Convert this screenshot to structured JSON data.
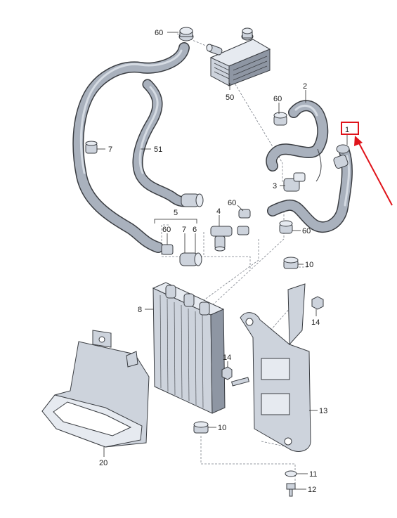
{
  "labels": {
    "p60a": "60",
    "p50": "50",
    "p2": "2",
    "p60b": "60",
    "p1": "1",
    "p7a": "7",
    "p51": "51",
    "p3": "3",
    "p60c": "60",
    "p4": "4",
    "p5": "5",
    "p60d": "60",
    "p7b": "7",
    "p6": "6",
    "p60e": "60",
    "p10a": "10",
    "p8": "8",
    "p14a": "14",
    "p14b": "14",
    "p13": "13",
    "p10b": "10",
    "p20": "20",
    "p11": "11",
    "p12": "12"
  },
  "colors": {
    "hose_body": "#a9b1bd",
    "hose_outline": "#3a3d42",
    "highlight_box": "#e0141b",
    "highlight_arrow": "#e0141b"
  }
}
